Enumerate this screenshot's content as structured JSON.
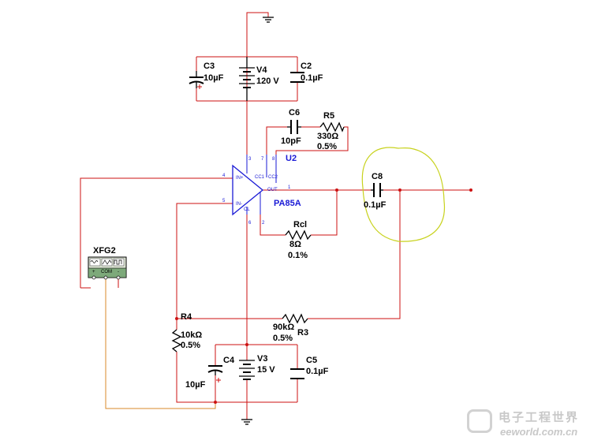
{
  "components": {
    "c3": {
      "ref": "C3",
      "value": "10µF"
    },
    "v4": {
      "ref": "V4",
      "value": "120 V"
    },
    "c2": {
      "ref": "C2",
      "value": "0.1µF"
    },
    "c6": {
      "ref": "C6",
      "value": "10pF"
    },
    "r5": {
      "ref": "R5",
      "value": "330Ω",
      "tol": "0.5%"
    },
    "u2": {
      "ref": "U2",
      "part": "PA85A"
    },
    "c8": {
      "ref": "C8",
      "value": "0.1µF"
    },
    "rcl": {
      "ref": "Rcl",
      "value": "8Ω",
      "tol": "0.1%"
    },
    "xfg2": {
      "ref": "XFG2",
      "plus": "+",
      "com": "COM",
      "minus": "-"
    },
    "r4": {
      "ref": "R4",
      "value": "10kΩ",
      "tol": "0.5%"
    },
    "r3": {
      "ref": "R3",
      "value": "90kΩ",
      "tol": "0.5%"
    },
    "c4": {
      "ref": "C4",
      "value": "10µF"
    },
    "v3": {
      "ref": "V3",
      "value": "15 V"
    },
    "c5": {
      "ref": "C5",
      "value": "0.1µF"
    }
  },
  "pins": {
    "p3": "3",
    "p7": "7",
    "p8": "8",
    "p4": "4",
    "p5": "5",
    "p1": "1",
    "p6": "6",
    "p2": "2",
    "inp": "IN+",
    "inn": "IN-",
    "out": "OUT",
    "cc1": "CC1",
    "cc2": "CC2",
    "cl": "CL"
  },
  "watermark": {
    "cn": "电子工程世界",
    "en": "eeworld.com.cn"
  },
  "colors": {
    "wire": "#cc1111",
    "probe": "#d98a2a",
    "annotation": "#c8d21e",
    "part": "#000000",
    "label_blue": "#1a1ad6"
  }
}
